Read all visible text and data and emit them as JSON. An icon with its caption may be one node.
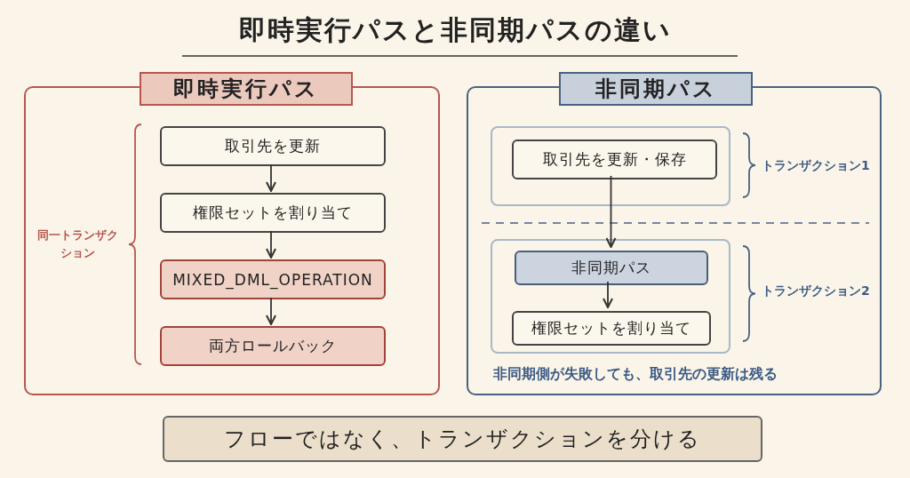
{
  "diagram": {
    "title": "即時実行パスと非同期パスの違い",
    "nodes": [
      {
        "text": [
          "即時実行パス",
          "同一トランザクション"
        ]
      },
      {
        "text": [
          "取引先を更新"
        ],
        "in": 0
      },
      {
        "text": [
          "権限セットを割り当て"
        ],
        "in": 0
      },
      {
        "text": [
          "MIXED_DML_OPERATION"
        ],
        "in": 0
      },
      {
        "text": [
          "両方ロールバック"
        ],
        "in": 0
      },
      {
        "text": [
          "非同期パス",
          "非同期側が失敗しても、取引先の更新は残る"
        ]
      },
      {
        "text": [],
        "shape": "box",
        "in": 5,
        "beside": [
          "トランザクション1"
        ]
      },
      {
        "text": [
          "取引先を更新・保存"
        ],
        "in": 6
      },
      {
        "text": [],
        "shape": "box",
        "in": 5,
        "beside": [
          "トランザクション2"
        ]
      },
      {
        "text": [
          "非同期パス"
        ],
        "in": 8
      },
      {
        "text": [
          "権限セットを割り当て"
        ],
        "in": 8
      },
      {
        "text": [
          "フローではなく、トランザクションを分ける"
        ]
      }
    ],
    "edges": [
      {
        "from": 1,
        "to": 2,
        "arrow": "to"
      },
      {
        "from": 2,
        "to": 3,
        "arrow": "to"
      },
      {
        "from": 3,
        "to": 4,
        "arrow": "to"
      },
      {
        "from": 7,
        "to": 9,
        "arrow": "to"
      },
      {
        "from": 9,
        "to": 10,
        "arrow": "to"
      }
    ]
  }
}
